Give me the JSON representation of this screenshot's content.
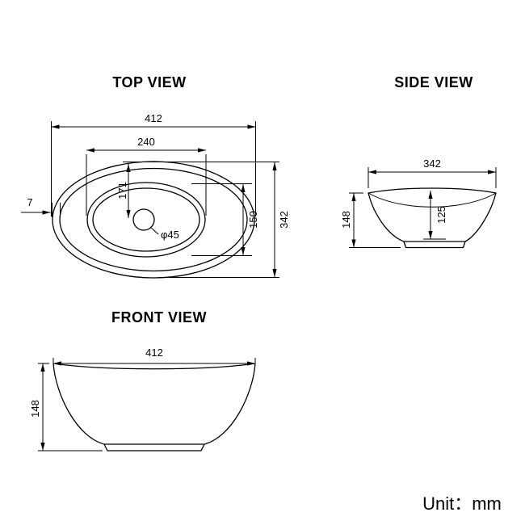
{
  "titles": {
    "top": "TOP VIEW",
    "side": "SIDE VIEW",
    "front": "FRONT VIEW"
  },
  "unit_label": "Unit：mm",
  "colors": {
    "line": "#000000",
    "background": "#ffffff"
  },
  "top_view": {
    "overall_width": "412",
    "basin_width": "240",
    "center_to_end": "171",
    "basin_length": "150",
    "overall_length": "342",
    "rim_thickness": "7",
    "drain_diameter": "φ45"
  },
  "side_view": {
    "width": "342",
    "height": "148",
    "inner_depth": "125"
  },
  "front_view": {
    "width": "412",
    "height": "148"
  }
}
